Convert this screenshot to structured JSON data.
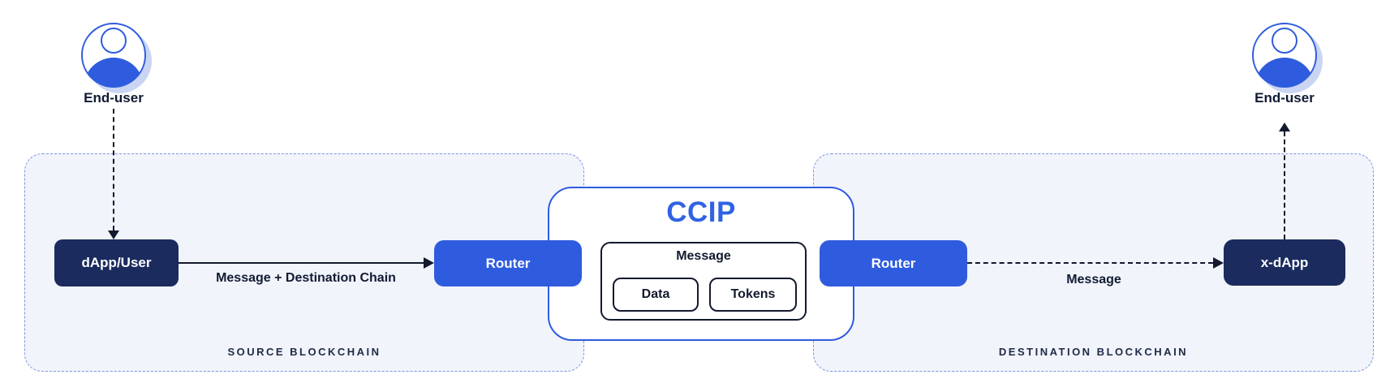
{
  "colors": {
    "blue": "#2F5CDE",
    "navy": "#1B2B5E",
    "ink": "#131A2E",
    "panel_fill": "#F1F4FB",
    "panel_border": "#7D97E2",
    "icon_shadow": "#C9D5F3",
    "ccip_title": "#2F62E3"
  },
  "end_user_left": {
    "label": "End-user"
  },
  "end_user_right": {
    "label": "End-user"
  },
  "source": {
    "panel_label": "SOURCE BLOCKCHAIN",
    "dapp_user_label": "dApp/User",
    "router_label": "Router"
  },
  "destination": {
    "panel_label": "DESTINATION BLOCKCHAIN",
    "router_label": "Router",
    "xdapp_label": "x-dApp"
  },
  "ccip": {
    "title": "CCIP",
    "message_label": "Message",
    "data_label": "Data",
    "tokens_label": "Tokens"
  },
  "arrows": {
    "source_message_label": "Message + Destination Chain",
    "destination_message_label": "Message"
  }
}
